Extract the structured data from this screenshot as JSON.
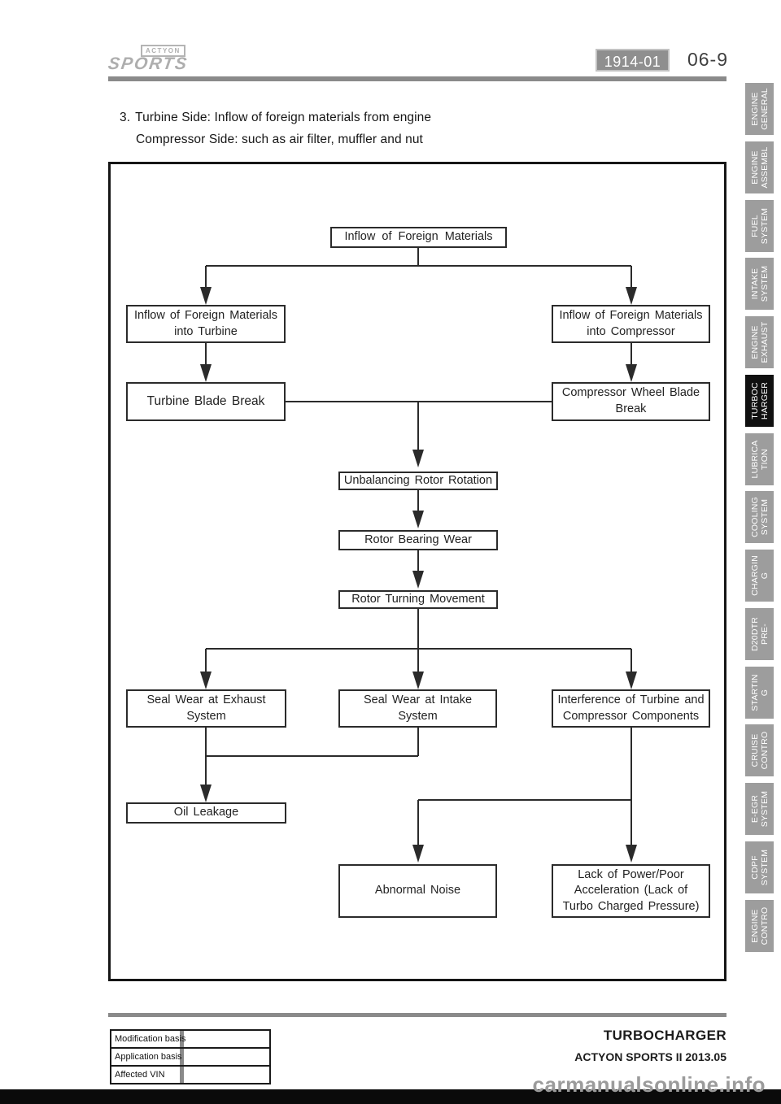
{
  "header": {
    "brand_badge": "ACTYON",
    "brand_name": "SPORTS",
    "section_code": "1914-01",
    "page_number": "06-9"
  },
  "intro": {
    "item_number": "3.",
    "line1": "Turbine Side: Inflow of foreign materials from engine",
    "line2": "Compressor Side: such as air filter, muffler and nut"
  },
  "diagram": {
    "type": "flowchart",
    "nodes": {
      "inflow_foreign_materials": "Inflow of Foreign Materials",
      "inflow_turbine": "Inflow of Foreign Materials\ninto Turbine",
      "inflow_compressor": "Inflow of Foreign Materials\ninto Compressor",
      "turbine_blade_break": "Turbine Blade Break",
      "compressor_wheel_blade_break": "Compressor Wheel Blade\nBreak",
      "unbalancing_rotor_rotation": "Unbalancing Rotor Rotation",
      "rotor_bearing_wear": "Rotor Bearing Wear",
      "rotor_turning_movement": "Rotor Turning Movement",
      "seal_wear_exhaust": "Seal Wear at Exhaust\nSystem",
      "seal_wear_intake": "Seal Wear at Intake\nSystem",
      "interference_turbine_compressor": "Interference of Turbine and\nCompressor Components",
      "oil_leakage": "Oil Leakage",
      "abnormal_noise": "Abnormal Noise",
      "lack_of_power": "Lack of Power/Poor\nAcceleration (Lack of\nTurbo Charged Pressure)"
    },
    "edges": [
      [
        "inflow_foreign_materials",
        "inflow_turbine"
      ],
      [
        "inflow_foreign_materials",
        "inflow_compressor"
      ],
      [
        "inflow_turbine",
        "turbine_blade_break"
      ],
      [
        "inflow_compressor",
        "compressor_wheel_blade_break"
      ],
      [
        "turbine_blade_break",
        "unbalancing_rotor_rotation"
      ],
      [
        "compressor_wheel_blade_break",
        "unbalancing_rotor_rotation"
      ],
      [
        "unbalancing_rotor_rotation",
        "rotor_bearing_wear"
      ],
      [
        "rotor_bearing_wear",
        "rotor_turning_movement"
      ],
      [
        "rotor_turning_movement",
        "seal_wear_exhaust"
      ],
      [
        "rotor_turning_movement",
        "seal_wear_intake"
      ],
      [
        "rotor_turning_movement",
        "interference_turbine_compressor"
      ],
      [
        "seal_wear_exhaust",
        "oil_leakage"
      ],
      [
        "seal_wear_intake",
        "oil_leakage"
      ],
      [
        "interference_turbine_compressor",
        "abnormal_noise"
      ],
      [
        "interference_turbine_compressor",
        "lack_of_power"
      ]
    ]
  },
  "sidebar": {
    "tabs": [
      {
        "label": "ENGINE\nGENERAL",
        "active": false
      },
      {
        "label": "ENGINE\nASSEMBL",
        "active": false
      },
      {
        "label": "FUEL\nSYSTEM",
        "active": false
      },
      {
        "label": "INTAKE\nSYSTEM",
        "active": false
      },
      {
        "label": "ENGINE\nEXHAUST",
        "active": false
      },
      {
        "label": "TURBOC\nHARGER",
        "active": true
      },
      {
        "label": "LUBRICA\nTION",
        "active": false
      },
      {
        "label": "COOLING\nSYSTEM",
        "active": false
      },
      {
        "label": "CHARGIN\nG",
        "active": false
      },
      {
        "label": "D20DTR\nPRE-",
        "active": false
      },
      {
        "label": "STARTIN\nG",
        "active": false
      },
      {
        "label": "CRUISE\nCONTRO",
        "active": false
      },
      {
        "label": "E-EGR\nSYSTEM",
        "active": false
      },
      {
        "label": "CDPF\nSYSTEM",
        "active": false
      },
      {
        "label": "ENGINE\nCONTRO",
        "active": false
      }
    ]
  },
  "footer": {
    "table_rows": [
      "Modification basis",
      "Application basis",
      "Affected VIN"
    ],
    "table_values": [
      "",
      "",
      ""
    ],
    "doc_title": "TURBOCHARGER",
    "edition": "ACTYON SPORTS II 2013.05",
    "watermark": "carmanualsonline.info"
  },
  "colors": {
    "tab_gray": "#9d9d9d",
    "tab_active": "#101010",
    "rule_gray": "#8a8a8a",
    "code_box_fill": "#8f8f8f",
    "bottom_bar": "#0a0a0a",
    "line_ink": "#2b2b2b"
  }
}
